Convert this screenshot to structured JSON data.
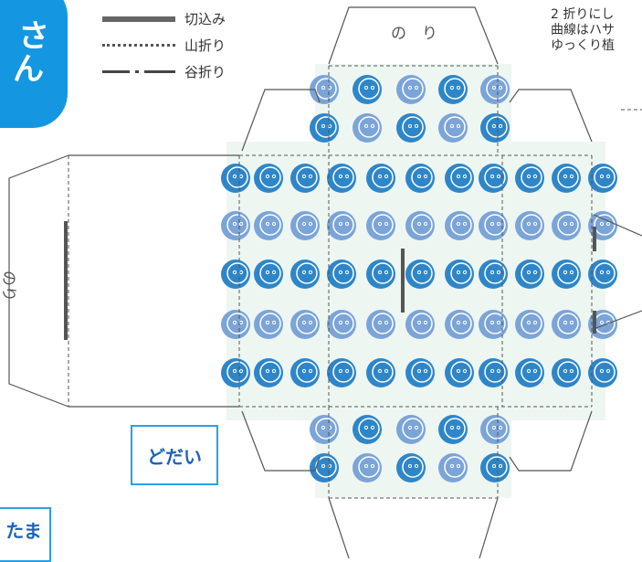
{
  "badge": {
    "text_line1": "さ",
    "text_line2": "ん",
    "color": "#1596e1"
  },
  "legend": [
    {
      "key": "cut",
      "label": "切込み"
    },
    {
      "key": "mountain",
      "label": "山折り"
    },
    {
      "key": "valley",
      "label": "谷折り"
    }
  ],
  "flaps": {
    "top_glue": "の　り",
    "left_glue": "のり"
  },
  "labels": {
    "base": "どだい",
    "bottom_partial": "たま"
  },
  "note": {
    "line1": "2 折りにし",
    "line2": "曲線はハサ",
    "line3": "ゆっくり植"
  },
  "colors": {
    "pattern_bg": "#eef6f2",
    "face_dark": "#2e86c9",
    "face_light": "#7ba4d8",
    "line": "#555555"
  }
}
